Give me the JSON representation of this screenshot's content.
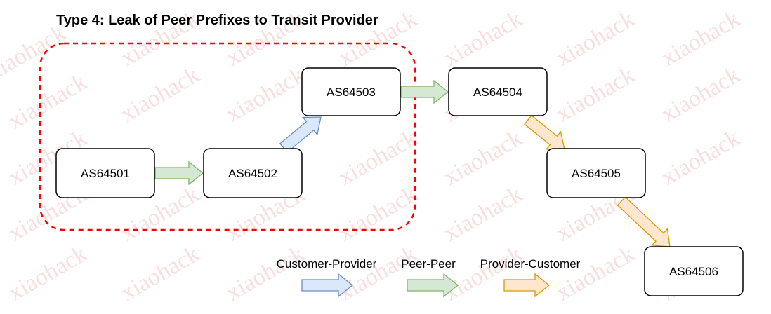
{
  "title": "Type 4: Leak of Peer Prefixes to Transit Provider",
  "watermark": "xiaohack",
  "colors": {
    "customer_provider_fill": "#dae8fc",
    "customer_provider_stroke": "#6c8ebf",
    "peer_peer_fill": "#d5e8d4",
    "peer_peer_stroke": "#82b366",
    "provider_customer_fill": "#ffe6cc",
    "provider_customer_stroke": "#d79b00",
    "leak_boundary": "#ff0000"
  },
  "nodes": {
    "as64501": "AS64501",
    "as64502": "AS64502",
    "as64503": "AS64503",
    "as64504": "AS64504",
    "as64505": "AS64505",
    "as64506": "AS64506"
  },
  "edges": [
    {
      "from": "AS64501",
      "to": "AS64502",
      "relation": "peer-peer"
    },
    {
      "from": "AS64502",
      "to": "AS64503",
      "relation": "customer-provider"
    },
    {
      "from": "AS64503",
      "to": "AS64504",
      "relation": "peer-peer"
    },
    {
      "from": "AS64504",
      "to": "AS64505",
      "relation": "provider-customer"
    },
    {
      "from": "AS64505",
      "to": "AS64506",
      "relation": "provider-customer"
    }
  ],
  "legend": {
    "customer_provider": "Customer-Provider",
    "peer_peer": "Peer-Peer",
    "provider_customer": "Provider-Customer"
  }
}
